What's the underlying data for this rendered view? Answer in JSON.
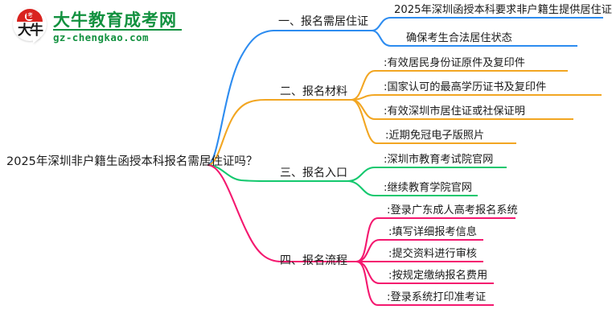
{
  "logo": {
    "mark_text": "大牛",
    "cap_char": "考",
    "name": "大牛教育成考网",
    "url": "gz-chengkao.com",
    "brand_green": "#12913f",
    "brand_red": "#d9231f"
  },
  "mindmap": {
    "root": {
      "label": "2025年深圳非户籍生函授本科报名需居住证吗？"
    },
    "branches": [
      {
        "index": "1",
        "label": "一、报名需居住证",
        "color": "#2d8cf0",
        "leaves": [
          "2025年深圳函授本科要求非户籍生提供居住证",
          "确保考生合法居住状态"
        ]
      },
      {
        "index": "2",
        "label": "二、报名材料",
        "color": "#f2a622",
        "leaves": [
          ":有效居民身份证原件及复印件",
          ":国家认可的最高学历证书及复印件",
          ":有效深圳市居住证或社保证明",
          ":近期免冠电子版照片"
        ]
      },
      {
        "index": "3",
        "label": "三、报名入口",
        "color": "#14c86e",
        "leaves": [
          ":深圳市教育考试院官网",
          ":继续教育学院官网"
        ]
      },
      {
        "index": "4",
        "label": "四、报名流程",
        "color": "#f4186f",
        "leaves": [
          ":登录广东成人高考报名系统",
          ":填写详细报考信息",
          ":提交资料进行审核",
          ":按规定缴纳报名费用",
          ":登录系统打印准考证"
        ]
      }
    ]
  }
}
